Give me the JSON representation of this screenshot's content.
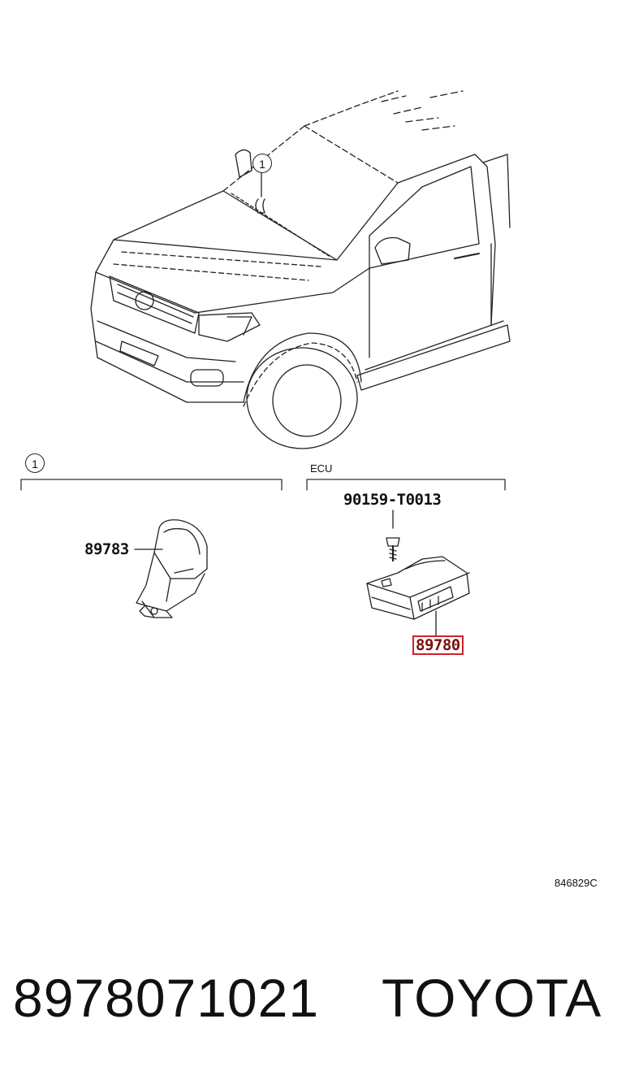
{
  "callouts": {
    "car_callout": "1",
    "section_callout": "1"
  },
  "sections": {
    "ecu_label": "ECU"
  },
  "parts": {
    "bolt": "90159-T0013",
    "sensor": "89783",
    "ecu": "89780"
  },
  "figure_code": "846829C",
  "footer": {
    "part_number": "8978071021",
    "brand": "TOYOTA"
  },
  "colors": {
    "highlight": "#d0202a",
    "line": "#222222"
  }
}
